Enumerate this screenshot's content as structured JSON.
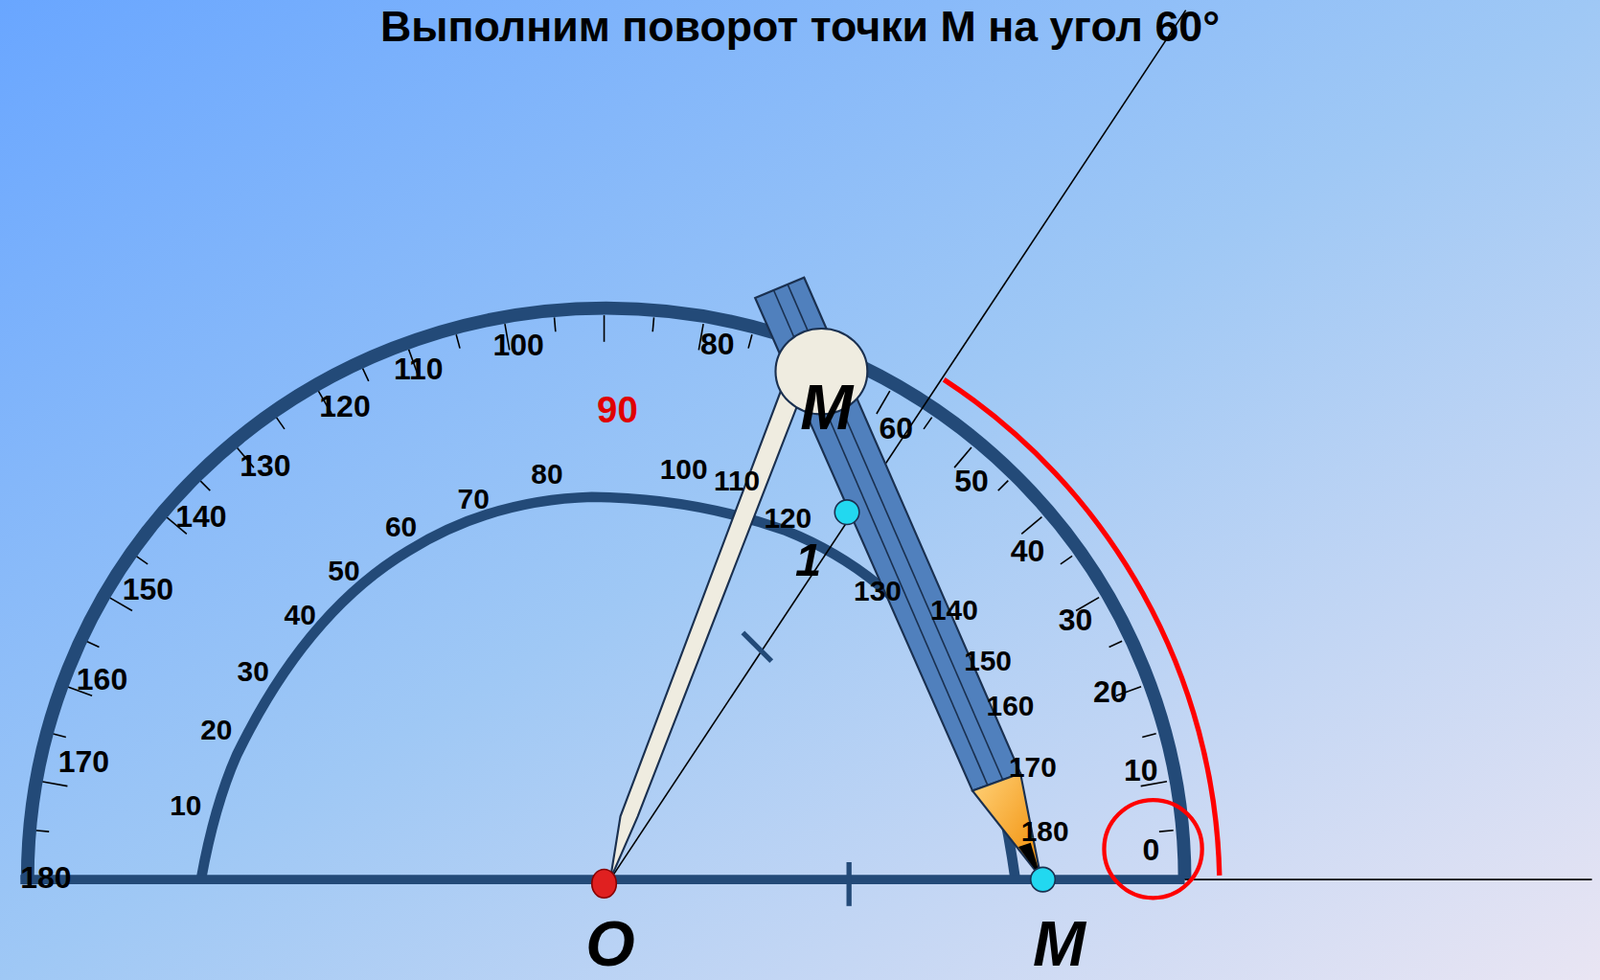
{
  "diagram": {
    "title": "Выполним поворот точки М на угол 60°",
    "labels": [
      "180",
      "170",
      "160",
      "150",
      "140",
      "130",
      "120",
      "110",
      "100",
      "80",
      "60",
      "50",
      "40",
      "30",
      "20",
      "10",
      "0",
      "10",
      "20",
      "30",
      "40",
      "50",
      "60",
      "70",
      "80",
      "90",
      "100",
      "110",
      "120",
      "130",
      "140",
      "150",
      "160",
      "170",
      "180",
      "M",
      "1",
      "O",
      "M"
    ]
  }
}
